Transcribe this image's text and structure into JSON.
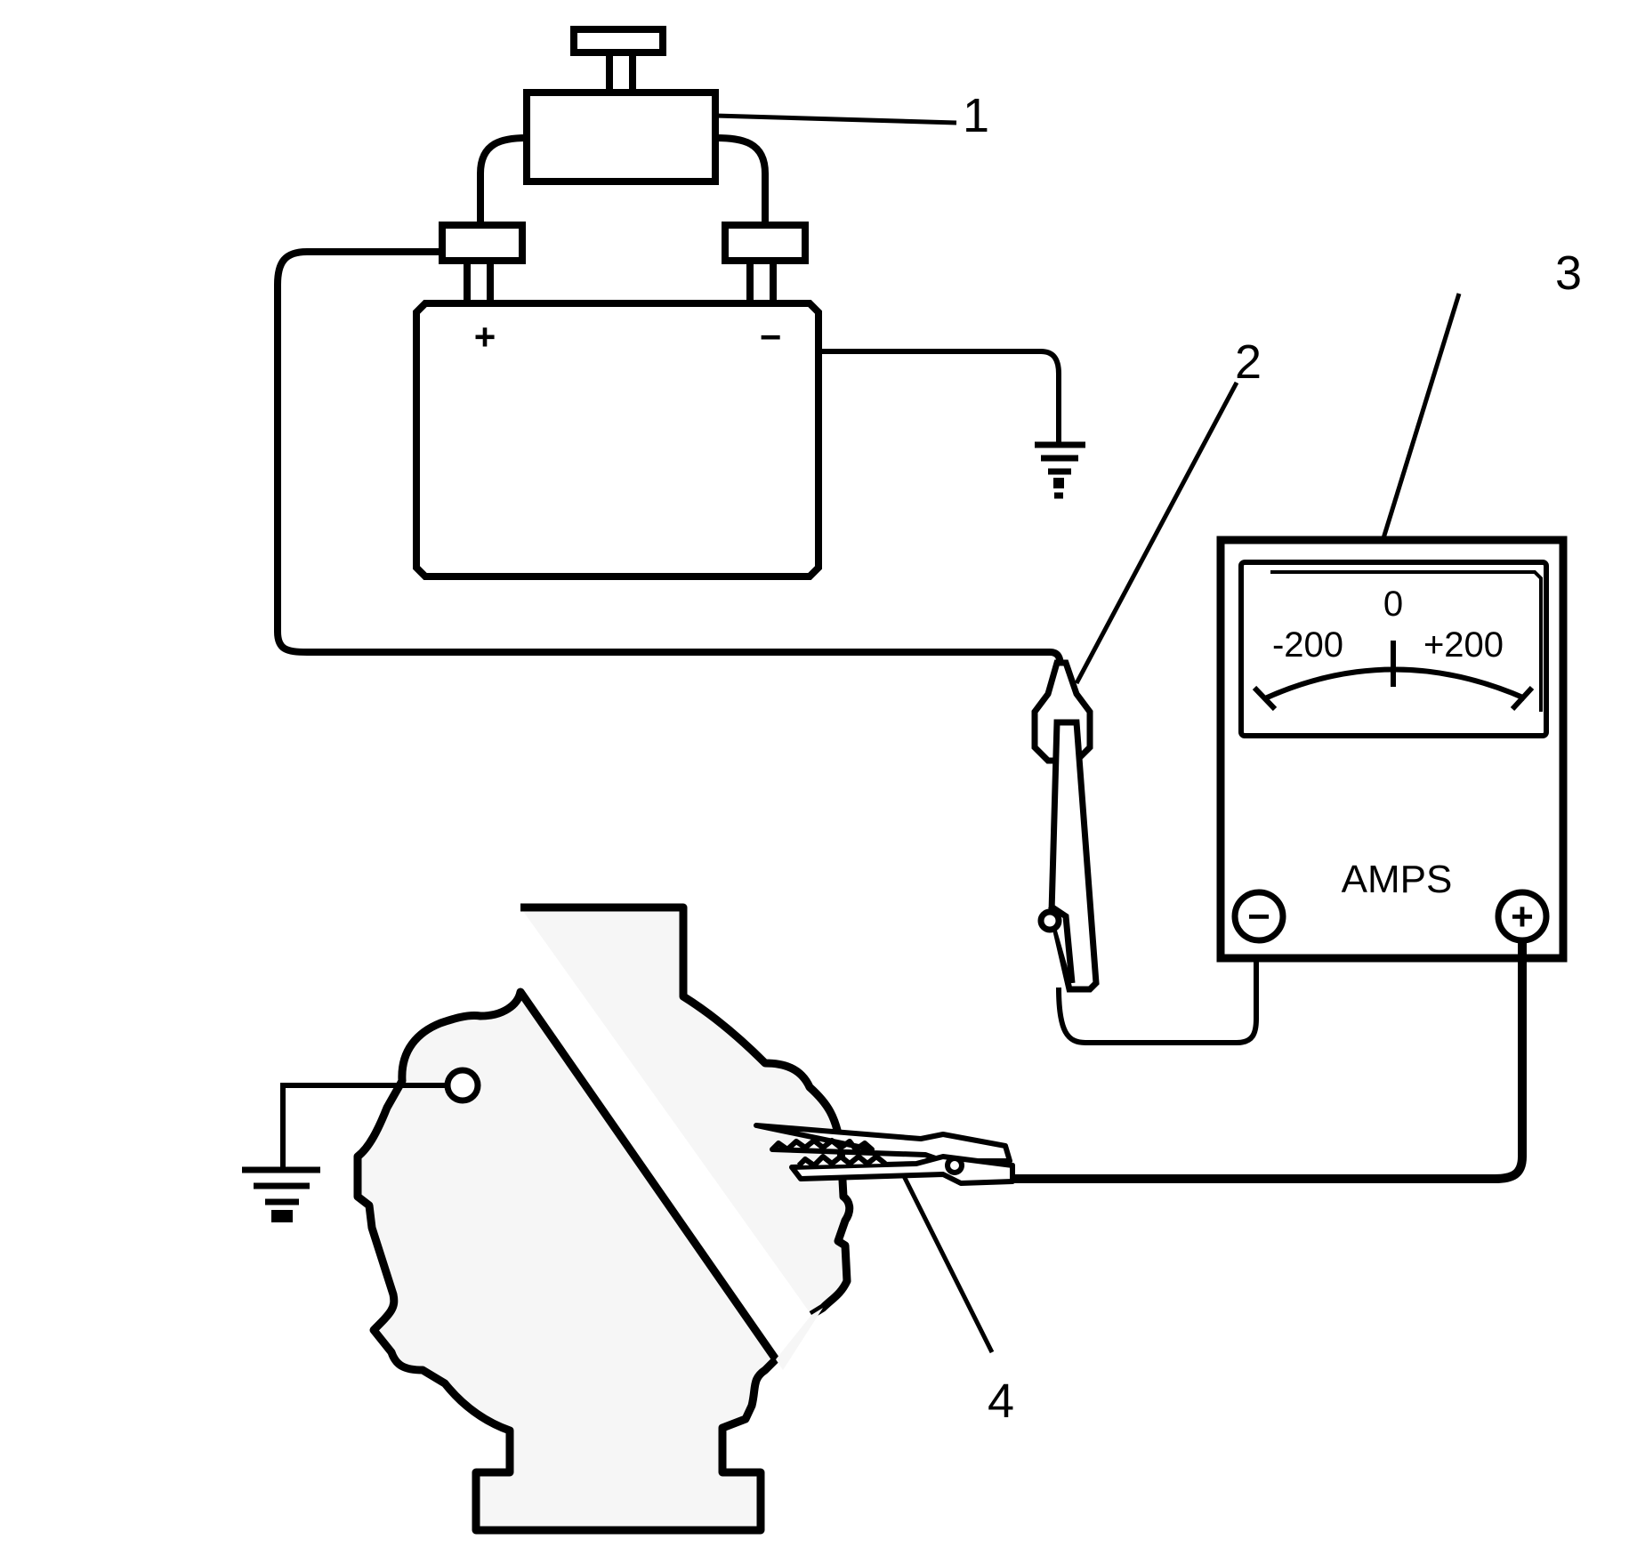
{
  "callouts": {
    "c1": "1",
    "c2": "2",
    "c3": "3",
    "c4": "4"
  },
  "battery": {
    "pos_sign": "+",
    "neg_sign": "−"
  },
  "ammeter": {
    "scale_left": "-200",
    "scale_center": "0",
    "scale_right": "+200",
    "unit_label": "AMPS",
    "neg_terminal": "−",
    "pos_terminal": "+"
  },
  "colors": {
    "ink": "#000000",
    "generator_fill": "#f6f6f6",
    "background": "#ffffff"
  },
  "icons": [
    "switch-icon",
    "battery-icon",
    "ground-symbol-icon",
    "alligator-clip-icon",
    "ammeter-icon",
    "generator-icon"
  ]
}
